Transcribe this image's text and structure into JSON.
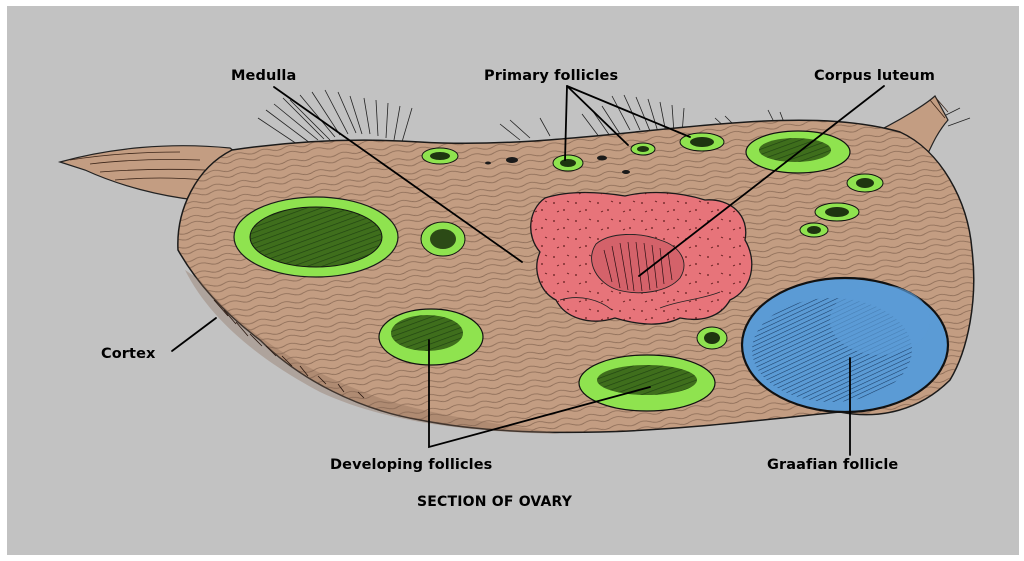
{
  "diagram": {
    "title": "SECTION OF OVARY",
    "labels": {
      "medulla": "Medulla",
      "primary_follicles": "Primary follicles",
      "corpus_luteum": "Corpus luteum",
      "cortex": "Cortex",
      "developing_follicles": "Developing follicles",
      "graafian_follicle": "Graafian follicle"
    },
    "colors": {
      "background": "#c2c2c2",
      "ovary_tissue": "#c39d82",
      "follicle_ring": "#8fe34f",
      "corpus_luteum": "#e7747a",
      "graafian_follicle": "#5b9bd5",
      "leader_lines": "#000000"
    }
  }
}
